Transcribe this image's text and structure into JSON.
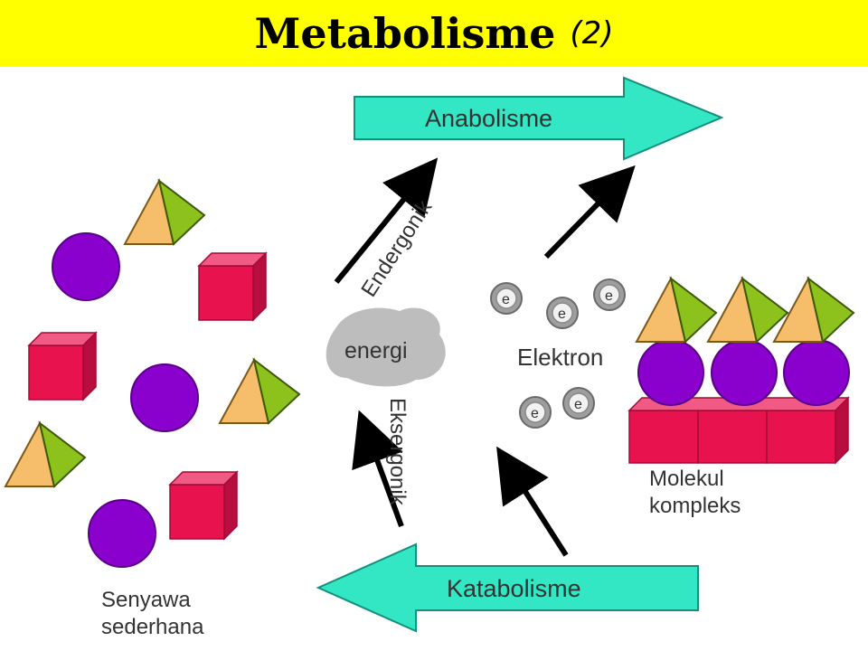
{
  "title": {
    "main": "Metabolisme",
    "suffix": "(2)"
  },
  "labels": {
    "anabolism": "Anabolisme",
    "catabolism": "Katabolisme",
    "endergonic": "Endergonik",
    "exergonic": "Eksergonik",
    "energy": "energi",
    "electron": "Elektron",
    "electron_symbol": "e",
    "simple_compounds_line1": "Senyawa",
    "simple_compounds_line2": "sederhana",
    "complex_molecule_line1": "Molekul",
    "complex_molecule_line2": "kompleks"
  },
  "colors": {
    "title_bg": "#ffff00",
    "arrow_fill": "#33e6c4",
    "circle": "#8a00cc",
    "cube": "#e8124f",
    "triangle_orange": "#f6bd6a",
    "triangle_green": "#8cc21b",
    "energy_blob": "#bdbdbd"
  }
}
